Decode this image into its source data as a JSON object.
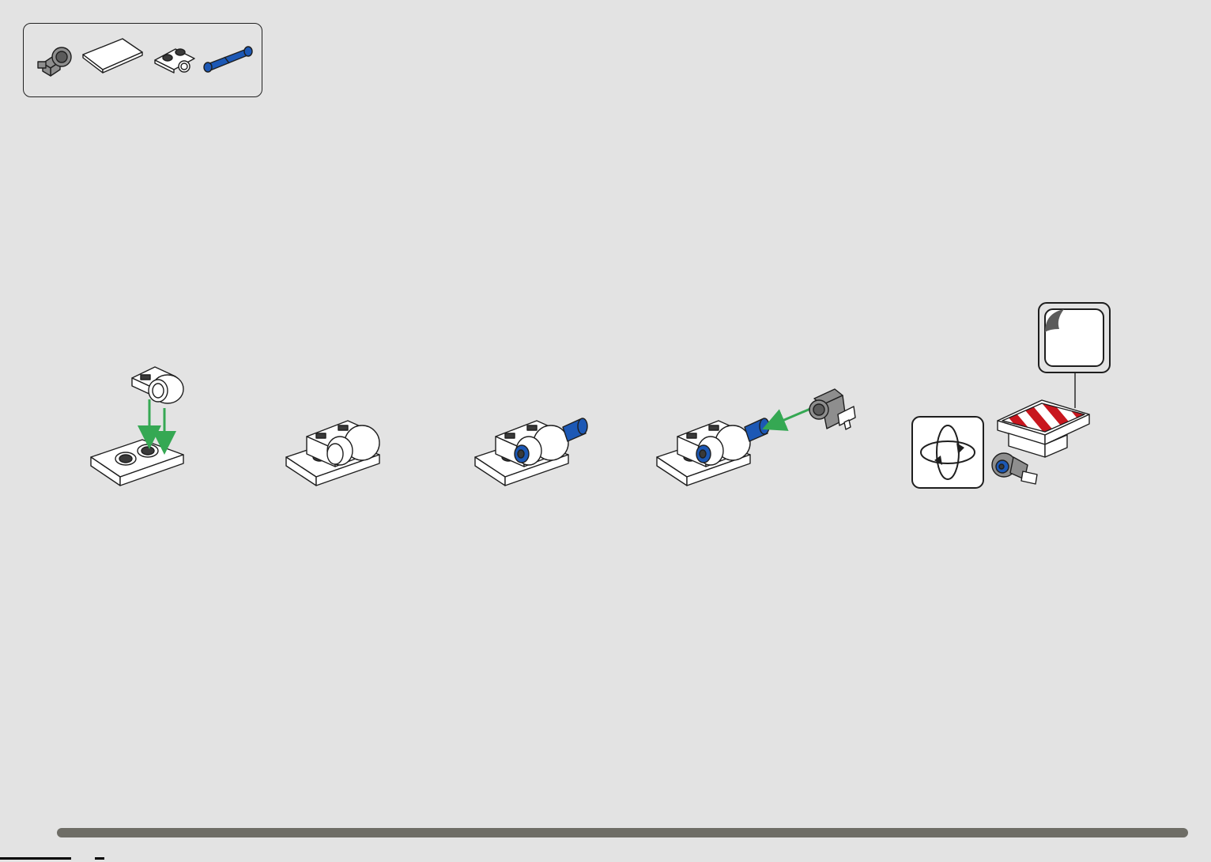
{
  "colors": {
    "page_background": "#e3e3e3",
    "panel_background": "#e3e3e3",
    "outline": "#1e1e1e",
    "white_part": "#ffffff",
    "gray_part": "#8e8e8e",
    "dark_stud": "#3a3a3a",
    "blue_pin": "#1c58b5",
    "arrow_green": "#35a853",
    "sticker_red": "#c8161e",
    "progress_bar": "#6e6d66",
    "footer_mark": "#000000"
  },
  "parts_callout": {
    "items": [
      {
        "name": "axle-connector-gray",
        "color": "gray",
        "quantity": 1
      },
      {
        "name": "sticker-sheet",
        "color": "white",
        "quantity": 1
      },
      {
        "name": "plate-1x2-with-pin-hole",
        "color": "white",
        "quantity": 1
      },
      {
        "name": "friction-pin-with-axle",
        "color": "blue",
        "quantity": 1
      }
    ]
  },
  "steps": [
    {
      "name": "attach-pin-hole-plate-to-base",
      "arrows": 2
    },
    {
      "name": "plate-attached",
      "arrows": 0
    },
    {
      "name": "insert-blue-pin",
      "arrows": 0
    },
    {
      "name": "attach-gray-connector",
      "arrows": 1
    },
    {
      "name": "rotate-and-apply-sticker",
      "arrows": 0
    }
  ],
  "icons": {
    "rotate": "rotate-model-icon",
    "sticker": "sticker-icon"
  },
  "progress": {
    "fraction": 0.98
  }
}
